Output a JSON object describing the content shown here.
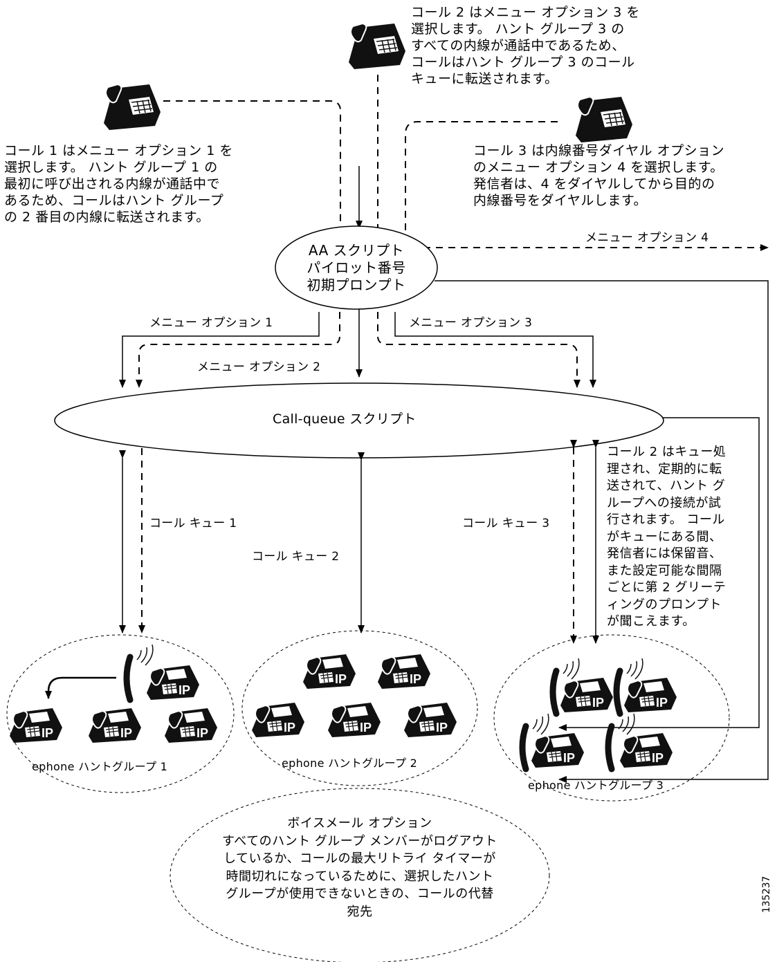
{
  "callers": {
    "call1": "コール 1 はメニュー オプション 1 を\n選択します。 ハント グループ 1 の\n最初に呼び出される内線が通話中で\nあるため、コールはハント グループ\nの 2 番目の内線に転送されます。",
    "call2": "コール 2 はメニュー オプション 3 を\n選択します。 ハント グループ 3 の\nすべての内線が通話中であるため、\nコールはハント グループ 3 のコール\nキューに転送されます。",
    "call3": "コール 3 は内線番号ダイヤル オプション\nのメニュー オプション 4 を選択します。\n発信者は、4 をダイヤルしてから目的の\n内線番号をダイヤルします。"
  },
  "aa_script": "AA スクリプト\nパイロット番号\n初期プロンプト",
  "menu_options": {
    "opt1": "メニュー オプション 1",
    "opt2": "メニュー オプション 2",
    "opt3": "メニュー オプション 3",
    "opt4": "メニュー オプション 4"
  },
  "call_queue_script": "Call-queue スクリプト",
  "queues": {
    "q1": "コール キュー 1",
    "q2": "コール キュー 2",
    "q3": "コール キュー 3"
  },
  "queue_note": "コール 2 はキュー処\n理され、定期的に転\n送されて、ハント グ\nループへの接続が試\n行されます。 コール\nがキューにある間、\n発信者には保留音、\nまた設定可能な間隔\nごとに第 2 グリーテ\nィングのプロンプト\nが聞こえます。",
  "hunt_groups": {
    "g1": "ephone ハントグループ 1",
    "g2": "ephone ハントグループ 2",
    "g3": "ephone ハントグループ 3"
  },
  "voicemail": "ボイスメール オプション\nすべてのハント グループ メンバーがログアウト\nしているか、コールの最大リトライ タイマーが\n時間切れになっているために、選択したハント\nグループが使用できないときの、コールの代替\n宛先",
  "phone_badge": "IP",
  "figure_id": "135237"
}
